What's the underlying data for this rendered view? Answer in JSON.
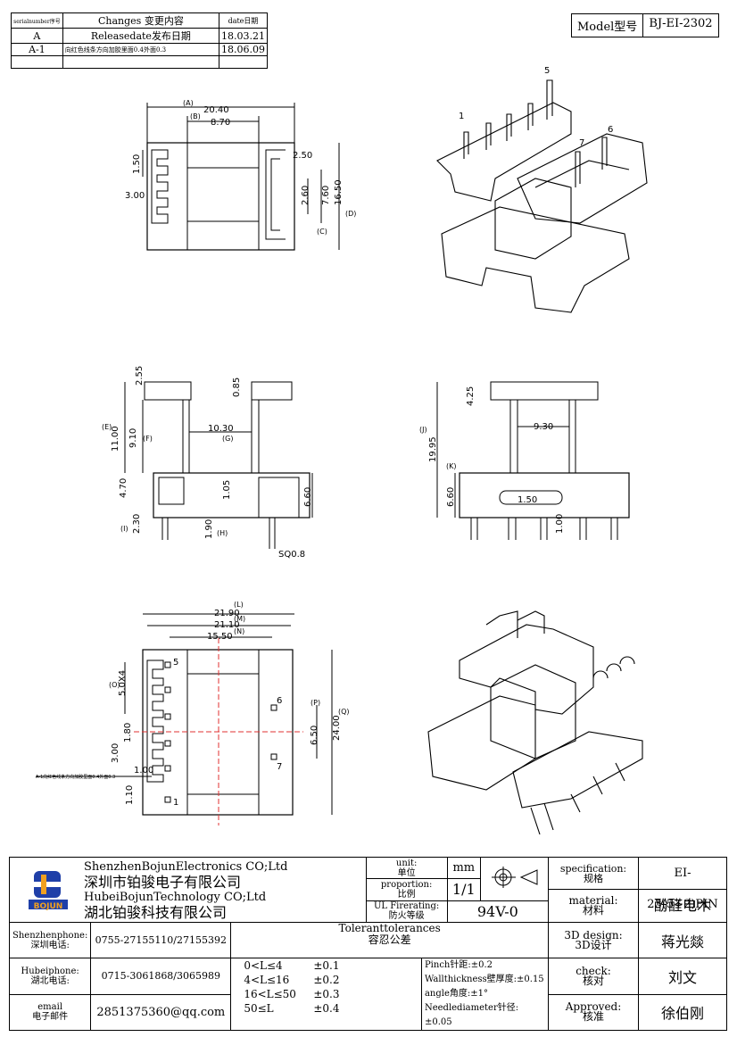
{
  "revision_table": {
    "headers": [
      "serialnumber序号",
      "Changes 变更内容",
      "date日期"
    ],
    "rows": [
      {
        "serial": "A",
        "change": "Releasedate发布日期",
        "date": "18.03.21"
      },
      {
        "serial": "A-1",
        "change": "向红色线条方向加胶里面0.4外面0.3",
        "date": "18.06.09"
      }
    ]
  },
  "model": {
    "label": "Model型号",
    "value": "BJ-EI-2302"
  },
  "views": {
    "top": {
      "dims": [
        "20.40",
        "8.70",
        "1.50",
        "3.00",
        "2.50",
        "2.60",
        "7.60",
        "16.50"
      ],
      "refs": [
        "(A)",
        "(B)",
        "(C)",
        "(D)"
      ]
    },
    "iso1": {
      "pins": [
        "1",
        "5",
        "6",
        "7"
      ]
    },
    "front": {
      "dims": [
        "2.55",
        "0.85",
        "10.30",
        "11.00",
        "9.10",
        "4.70",
        "1.05",
        "6.60",
        "2.30",
        "1.90",
        "SQ0.8"
      ],
      "refs": [
        "(E)",
        "(F)",
        "(G)",
        "(I)",
        "(H)"
      ]
    },
    "side": {
      "dims": [
        "4.25",
        "9.30",
        "19.95",
        "6.60",
        "1.50",
        "1.00"
      ],
      "refs": [
        "(J)",
        "(K)"
      ]
    },
    "bottom": {
      "dims": [
        "21.90",
        "21.10",
        "15.50",
        "5.0X4",
        "3.00",
        "1.80",
        "1.00",
        "1.10",
        "6.50",
        "24.00"
      ],
      "refs": [
        "(L)",
        "(M)",
        "(N)",
        "(O)",
        "(P)",
        "(Q)"
      ],
      "pins": [
        "5",
        "1",
        "6",
        "7"
      ],
      "note": "A-1向红色线条方向加胶里面0.4外面0.3"
    }
  },
  "title_block": {
    "company_en_1": "ShenzhenBojunElectronics CO;Ltd",
    "company_cn_1": "深圳市铂骏电子有限公司",
    "company_en_2": "HubeiBojunTechnology CO;Ltd",
    "company_cn_2": "湖北铂骏科技有限公司",
    "logo_text": "BOJUN",
    "unit_label": "unit:\n单位",
    "unit_value": "mm",
    "proportion_label": "proportion:\n比例",
    "proportion_value": "1/1",
    "ul_label": "UL Firerating:\n防火等级",
    "ul_value": "94V-0",
    "spec_label": "specification:\n规格",
    "spec_value": "EI-23(5+2)PIN",
    "material_label": "material:\n材料",
    "material_value": "酚醛电木",
    "design_label": "3D design:\n3D设计",
    "design_value": "蒋光燚",
    "check_label": "check:\n核对",
    "check_value": "刘文",
    "approved_label": "Approved:\n核准",
    "approved_value": "徐伯刚",
    "shenzhen_phone_label": "Shenzhenphone:\n深圳电话:",
    "shenzhen_phone": "0755-27155110/27155392",
    "hubei_phone_label": "Hubeiphone:\n湖北电话:",
    "hubei_phone": "0715-3061868/3065989",
    "email_label": "email\n电子邮件",
    "email": "2851375360@qq.com",
    "tolerance_title": "Toleranttolerances\n容忍公差",
    "tolerances": [
      {
        "range": "0<L≤4",
        "value": "±0.1"
      },
      {
        "range": "4<L≤16",
        "value": "±0.2"
      },
      {
        "range": "16<L≤50",
        "value": "±0.3"
      },
      {
        "range": "50≤L",
        "value": "±0.4"
      }
    ],
    "specs": [
      "Pinch针距:±0.2",
      "Wallthickness壁厚度:±0.15",
      "angle角度:±1°",
      "Needlediameter针径:±0.05"
    ]
  },
  "colors": {
    "logo_blue": "#1f3fa8",
    "logo_orange": "#f0a020",
    "centerline_red": "#e03030"
  }
}
